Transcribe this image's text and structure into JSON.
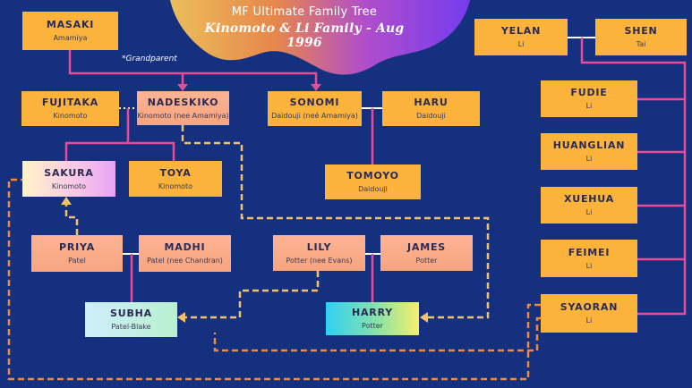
{
  "header": {
    "title": "MF Ultimate Family Tree",
    "subtitle": "Kinomoto & Li Family - Aug 1996"
  },
  "annotations": {
    "grandparent_note": "*Grandparent"
  },
  "colors": {
    "background": "#15307e",
    "box_gold": "#fbb33b",
    "line_pink": "#ea4b97",
    "line_dashed": "#f5c06b",
    "line_dashed_orange": "#f08a3a",
    "line_white": "#ffffff",
    "blob_orange": "#f39a47",
    "blob_purple": "#8a3df0"
  },
  "people": {
    "masaki": {
      "name": "MASAKI",
      "surname": "Amamiya"
    },
    "fujitaka": {
      "name": "FUJITAKA",
      "surname": "Kinomoto"
    },
    "nadeskiko": {
      "name": "NADESKIKO",
      "surname": "Kinomoto (nee Amamiya)"
    },
    "sonomi": {
      "name": "SONOMI",
      "surname": "Daidouji (neé Amamiya)"
    },
    "haru": {
      "name": "HARU",
      "surname": "Daidouji"
    },
    "tomoyo": {
      "name": "TOMOYO",
      "surname": "Daidouji"
    },
    "sakura": {
      "name": "SAKURA",
      "surname": "Kinomoto"
    },
    "toya": {
      "name": "TOYA",
      "surname": "Kinomoto"
    },
    "priya": {
      "name": "PRIYA",
      "surname": "Patel"
    },
    "madhi": {
      "name": "MADHI",
      "surname": "Patel (nee Chandran)"
    },
    "subha": {
      "name": "SUBHA",
      "surname": "Patel-Blake"
    },
    "lily": {
      "name": "LILY",
      "surname": "Potter (nee Evans)"
    },
    "james": {
      "name": "JAMES",
      "surname": "Potter"
    },
    "harry": {
      "name": "HARRY",
      "surname": "Potter"
    },
    "yelan": {
      "name": "YELAN",
      "surname": "Li"
    },
    "shen": {
      "name": "SHEN",
      "surname": "Tai"
    },
    "fudie": {
      "name": "FUDIE",
      "surname": "Li"
    },
    "huanglian": {
      "name": "HUANGLIAN",
      "surname": "Li"
    },
    "xuehua": {
      "name": "XUEHUA",
      "surname": "Li"
    },
    "feimei": {
      "name": "FEIMEI",
      "surname": "Li"
    },
    "syaoran": {
      "name": "SYAORAN",
      "surname": "Li"
    }
  }
}
